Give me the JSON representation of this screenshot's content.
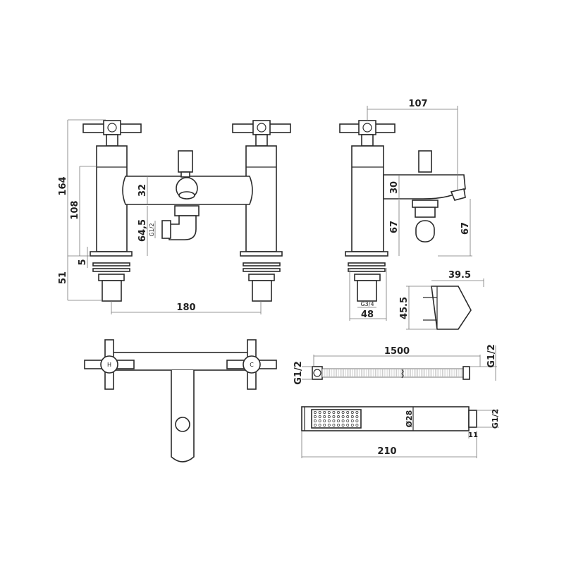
{
  "front_view": {
    "height_total": "164",
    "height_spout": "108",
    "spout_dia": "32",
    "outlet_height": "64,5",
    "outlet_thread": "G1/2",
    "plate": "5",
    "shank": "51",
    "centres": "180"
  },
  "side_view": {
    "projection": "107",
    "spout_dia": "30",
    "outlet_height": "67",
    "spout_height": "67",
    "thread": "G3/4",
    "base": "48"
  },
  "bracket": {
    "depth": "39.5",
    "height": "45.5"
  },
  "top_view": {
    "hot_marker": "H",
    "cold_marker": "C"
  },
  "hose": {
    "length": "1500",
    "thread_left": "G1/2",
    "thread_right": "G1/2"
  },
  "handshower": {
    "diameter": "Ø28",
    "thread": "G1/2",
    "connector": "11",
    "length": "210"
  }
}
